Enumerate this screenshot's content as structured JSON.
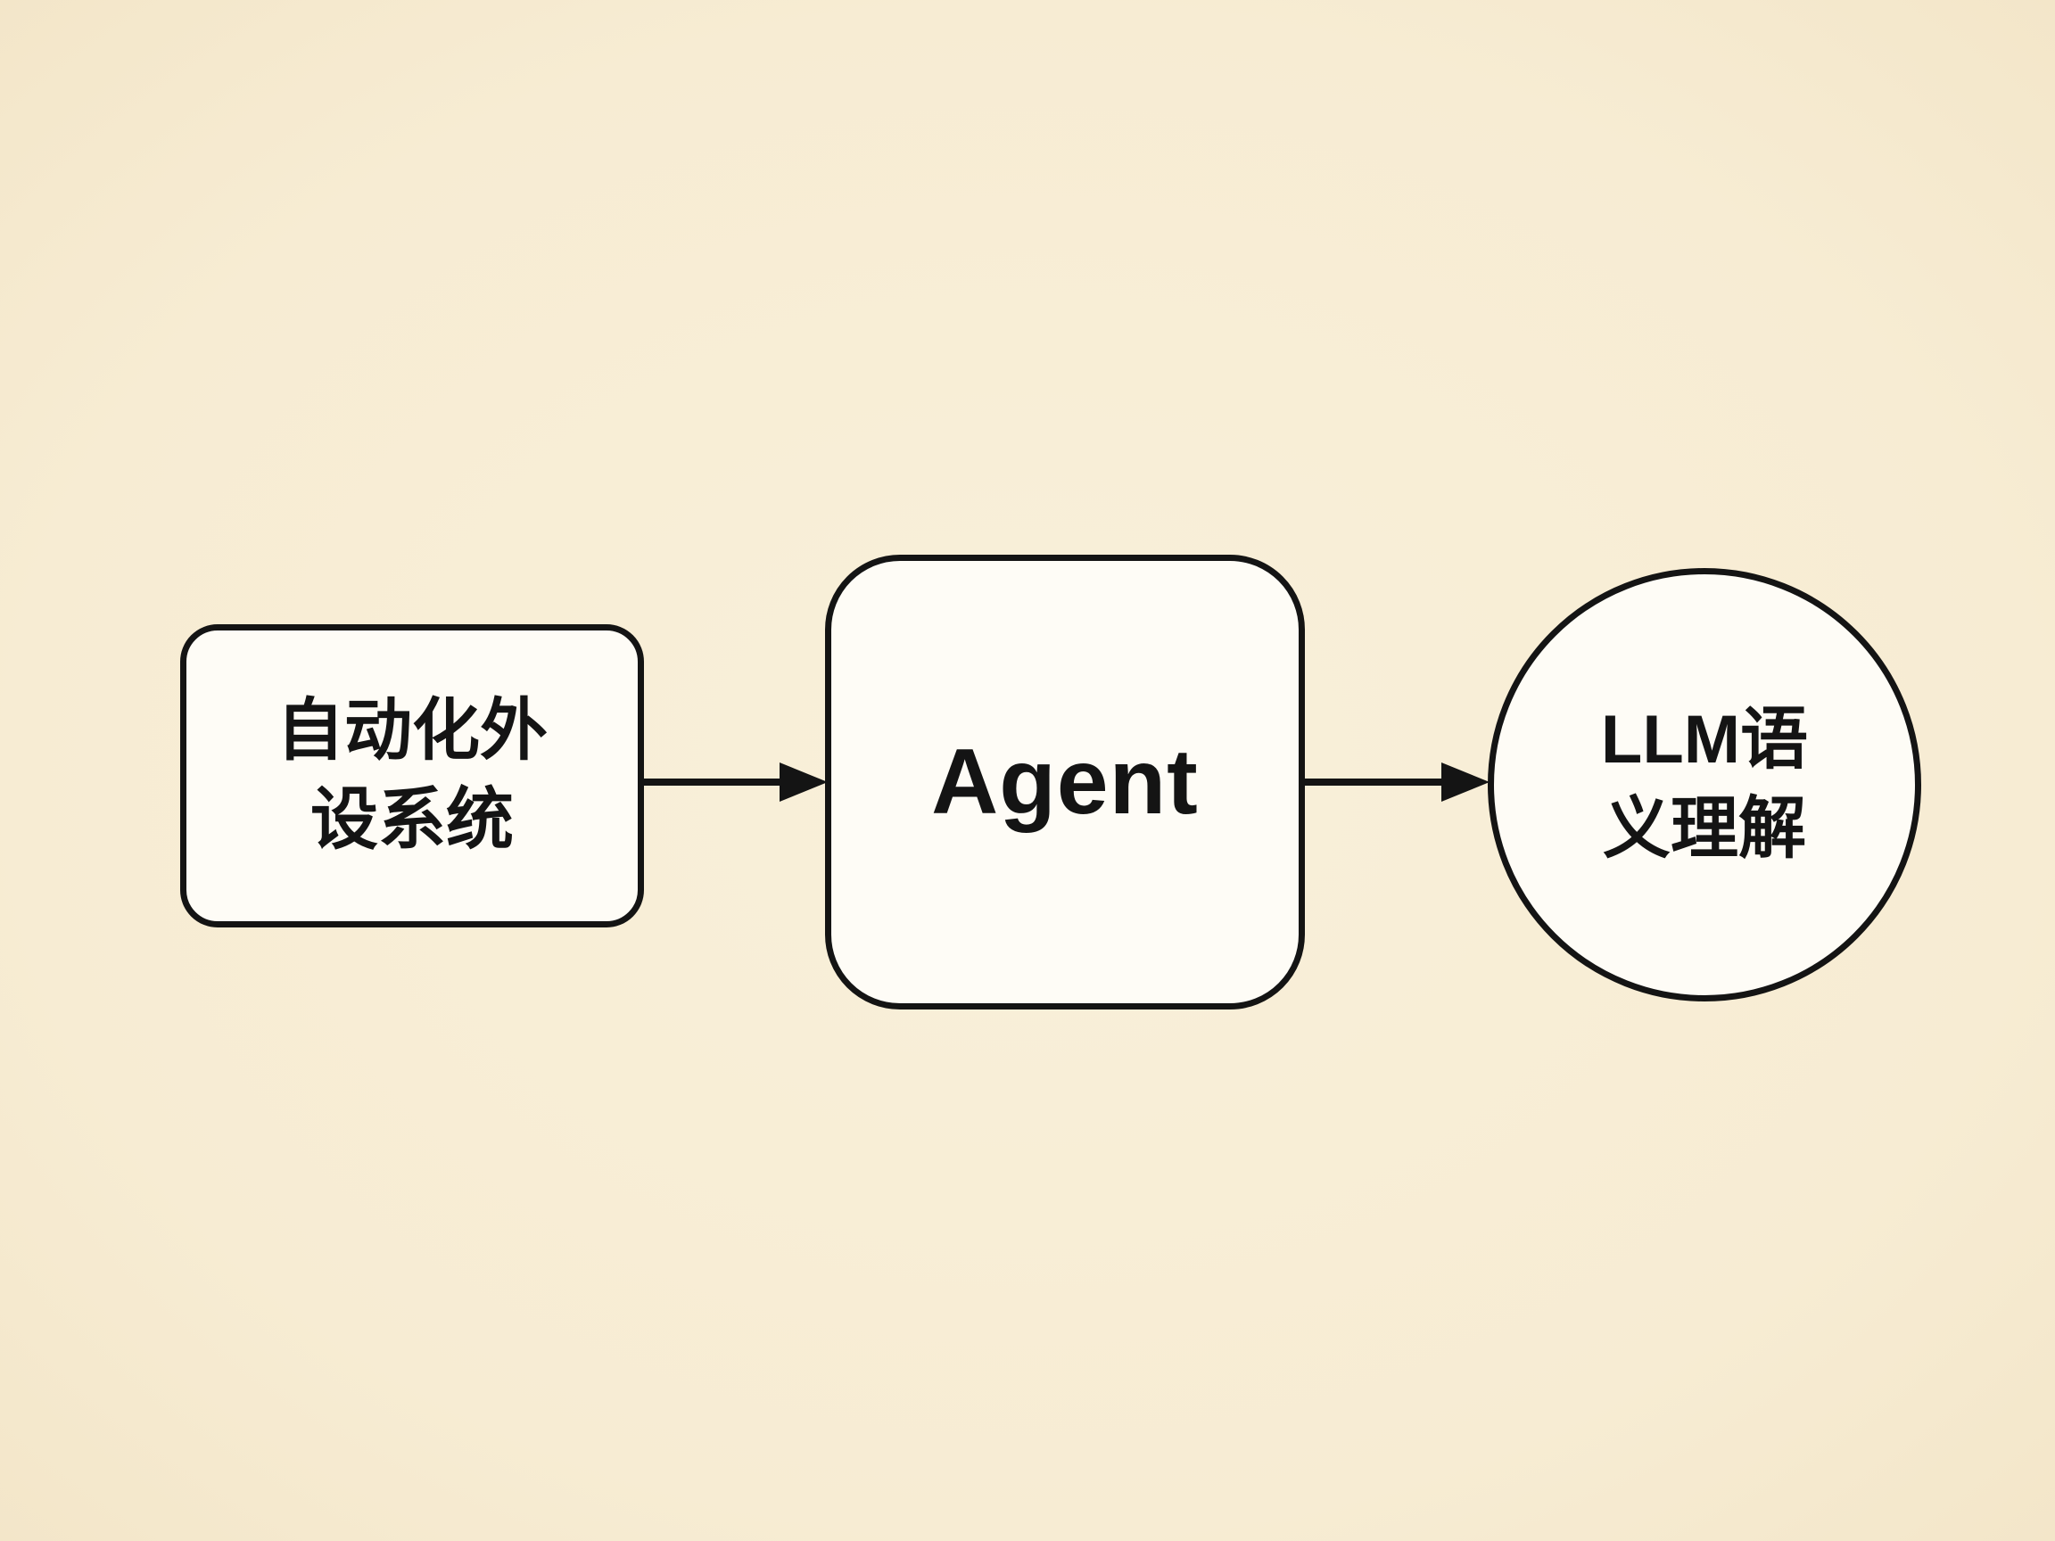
{
  "diagram": {
    "title": "",
    "background_color": "#f7ecd3",
    "stroke_color": "#141414",
    "node_fill_color": "#fefcf6",
    "nodes": [
      {
        "id": "peripheral-system",
        "shape": "rounded-rectangle",
        "label_line1": "自动化外",
        "label_line2": "设系统"
      },
      {
        "id": "agent",
        "shape": "rounded-rectangle",
        "label": "Agent"
      },
      {
        "id": "llm-semantic",
        "shape": "circle",
        "label_line1": "LLM语",
        "label_line2": "义理解"
      }
    ],
    "edges": [
      {
        "from": "peripheral-system",
        "to": "agent",
        "style": "arrow-right"
      },
      {
        "from": "agent",
        "to": "llm-semantic",
        "style": "arrow-right"
      }
    ]
  }
}
